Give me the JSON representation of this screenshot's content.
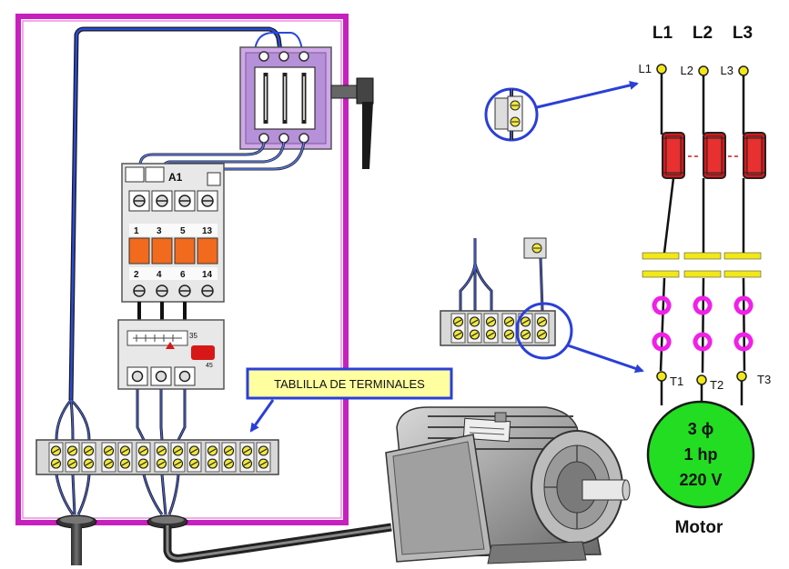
{
  "colors": {
    "panel_border": "#c81fbf",
    "wire_blue": "#1f3fbf",
    "arrow_blue": "#2a3fd8",
    "fuse_red": "#d81818",
    "contact_yellow": "#f2e818",
    "overload_pink": "#f020e8",
    "motor_green": "#22dd22",
    "callout_fill": "#ffffa0",
    "terminal_yellow": "#f0e840",
    "contactor_orange": "#f26a1e"
  },
  "contactor": {
    "coil_label": "A1",
    "top_numbers": [
      "1",
      "3",
      "5",
      "13"
    ],
    "bottom_numbers": [
      "2",
      "4",
      "6",
      "14"
    ]
  },
  "overload": {
    "scale_low": "35",
    "scale_high": "45"
  },
  "callout": {
    "text": "TABLILLA DE TERMINALES"
  },
  "schematic": {
    "headers": [
      "L1",
      "L2",
      "L3"
    ],
    "line_labels": [
      "L1",
      "L2",
      "L3"
    ],
    "terminal_labels": [
      "T1",
      "T2",
      "T3"
    ],
    "motor": {
      "phase": "3 ϕ",
      "power": "1 hp",
      "voltage": "220 V",
      "name": "Motor"
    }
  }
}
